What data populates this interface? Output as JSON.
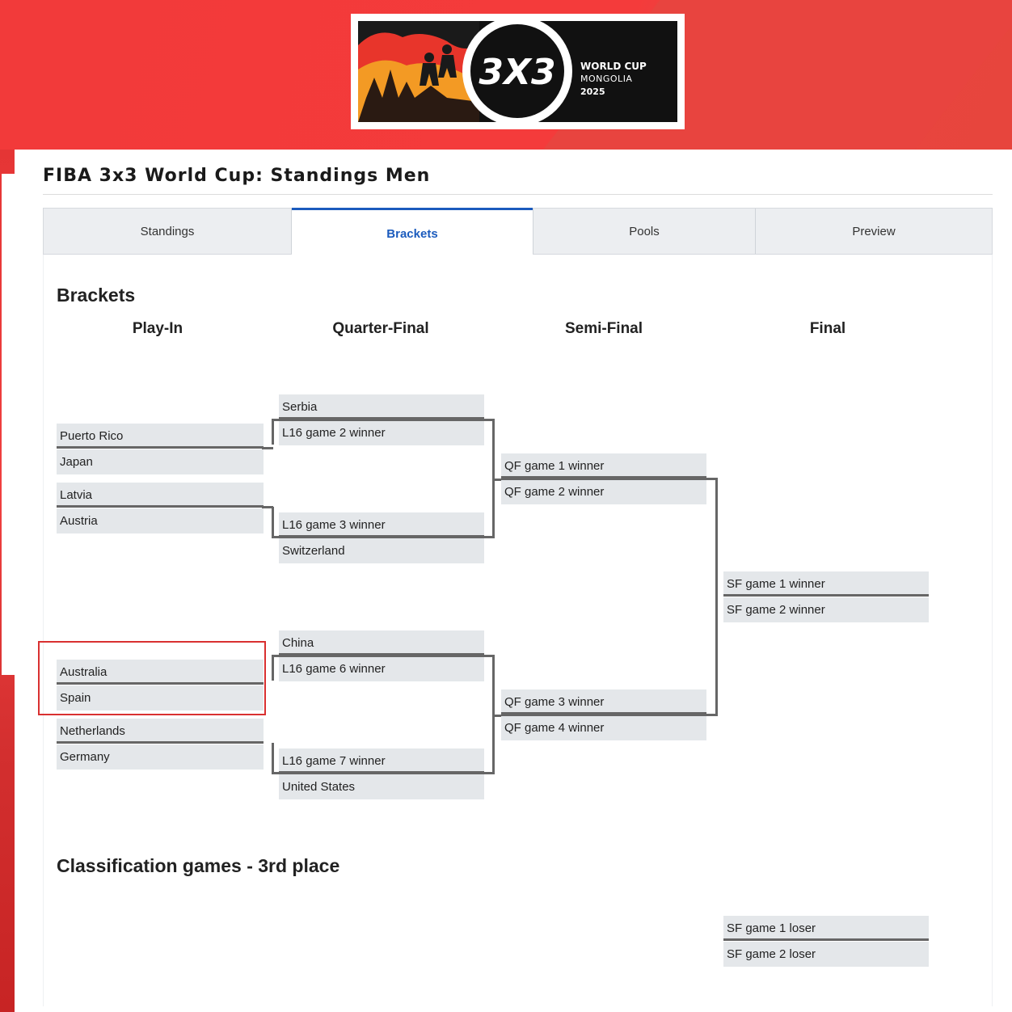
{
  "logo": {
    "line1": "WORLD CUP",
    "line2": "MONGOLIA",
    "line3": "2025",
    "mark": "3X3"
  },
  "page_title": "FIBA 3x3 World Cup: Standings Men",
  "tabs": [
    {
      "label": "Standings",
      "active": false
    },
    {
      "label": "Brackets",
      "active": true
    },
    {
      "label": "Pools",
      "active": false
    },
    {
      "label": "Preview",
      "active": false
    }
  ],
  "brackets_heading": "Brackets",
  "rounds": [
    "Play-In",
    "Quarter-Final",
    "Semi-Final",
    "Final"
  ],
  "play_in": [
    {
      "team_a": "Puerto Rico",
      "team_b": "Japan"
    },
    {
      "team_a": "Latvia",
      "team_b": "Austria"
    },
    {
      "team_a": "Australia",
      "team_b": "Spain"
    },
    {
      "team_a": "Netherlands",
      "team_b": "Germany"
    }
  ],
  "quarter_final": [
    {
      "team_a": "Serbia",
      "team_b": "L16 game 2 winner"
    },
    {
      "team_a": "L16 game 3 winner",
      "team_b": "Switzerland"
    },
    {
      "team_a": "China",
      "team_b": "L16 game 6 winner"
    },
    {
      "team_a": "L16 game 7 winner",
      "team_b": "United States"
    }
  ],
  "semi_final": [
    {
      "team_a": "QF game 1 winner",
      "team_b": "QF game 2 winner"
    },
    {
      "team_a": "QF game 3 winner",
      "team_b": "QF game 4 winner"
    }
  ],
  "final": {
    "team_a": "SF game 1 winner",
    "team_b": "SF game 2 winner"
  },
  "classification_heading": "Classification games - 3rd place",
  "third_place": {
    "team_a": "SF game 1 loser",
    "team_b": "SF game 2 loser"
  },
  "colors": {
    "brand_red": "#f23a3a",
    "tab_active": "#1b5bbd",
    "slot_bg": "#e4e7ea",
    "connector": "#666666",
    "highlight": "#d93030"
  }
}
